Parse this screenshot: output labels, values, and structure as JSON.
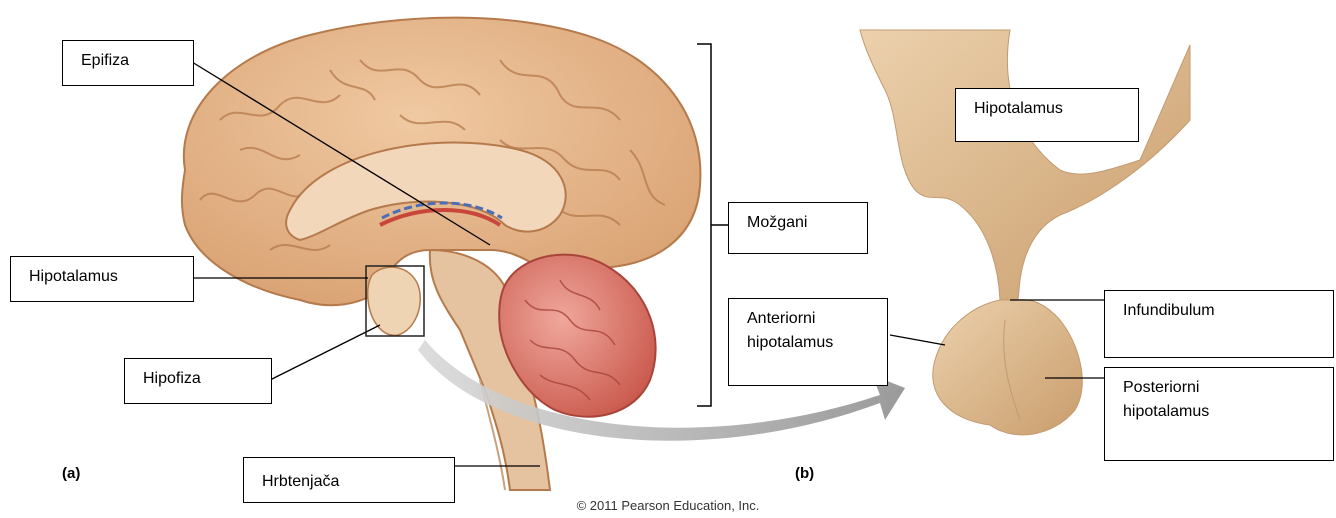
{
  "labels": {
    "epifiza": "Epifiza",
    "hipotalamus_left": "Hipotalamus",
    "hipofiza": "Hipofiza",
    "hrbtenjaca": "Hrbtenjača",
    "mozgani": "Možgani",
    "hipotalamus_right": "Hipotalamus",
    "anteriorni_1": "Anteriorni",
    "anteriorni_2": "hipotalamus",
    "infundibulum": "Infundibulum",
    "posteriorni_1": "Posteriorni",
    "posteriorni_2": "hipotalamus"
  },
  "panels": {
    "a": "(a)",
    "b": "(b)"
  },
  "copyright": "© 2011 Pearson Education, Inc.",
  "colors": {
    "brain": "#e8b98e",
    "brain_dark": "#c98d60",
    "cerebellum": "#d87a6e",
    "gland": "#d9b48a",
    "arrow": "#a7a7a7"
  }
}
